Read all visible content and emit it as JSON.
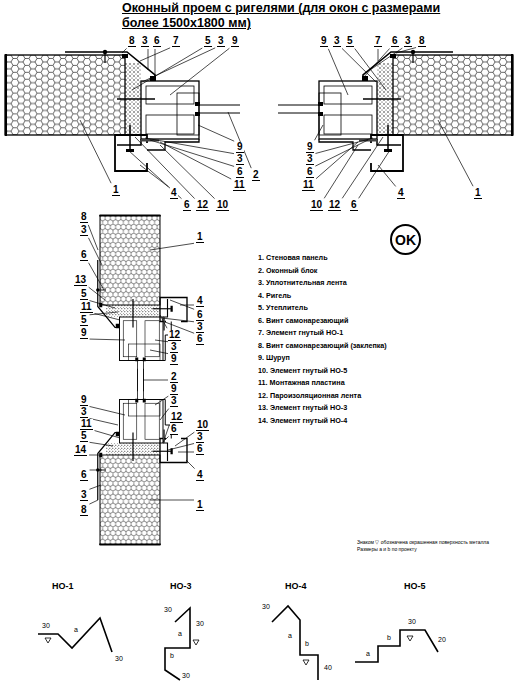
{
  "diagram": {
    "title": "Оконный проем с ригелями (для окон с размерами более 1500х1800 мм)",
    "nodes": [
      {
        "text": [
          "OK"
        ]
      }
    ],
    "labels": [
      "8",
      "3",
      "6",
      "7",
      "5",
      "3",
      "9",
      "9",
      "3",
      "6",
      "11",
      "1",
      "4",
      "6",
      "12",
      "10",
      "2",
      "9",
      "3",
      "5",
      "7",
      "6",
      "3",
      "8",
      "9",
      "3",
      "6",
      "11",
      "10",
      "12",
      "6",
      "4",
      "1",
      "8",
      "3",
      "6",
      "13",
      "5",
      "11",
      "5",
      "9",
      "1",
      "4",
      "6",
      "3",
      "6",
      "12",
      "3",
      "9",
      "2",
      "9",
      "3",
      "9",
      "3",
      "11",
      "5",
      "14",
      "6",
      "3",
      "8",
      "12",
      "6",
      "10",
      "3",
      "6",
      "4",
      "1",
      "1. Стеновая панель",
      "2. Оконный блок",
      "3. Уплотнительная лента",
      "4. Ригель",
      "5. Утеплитель",
      "6. Винт самонарезающий",
      "7. Элемент гнутый НО-1",
      "8. Винт самонарезающий (заклепка)",
      "9. Шуруп",
      "10. Элемент гнутый НО-5",
      "11. Монтажная пластина",
      "12. Пароизоляционная лента",
      "13. Элемент гнутый НО-3",
      "14. Элемент гнутый НО-4",
      "Знаком ▽ обозначена окрашенная поверхность металла",
      "Размеры a и b по проекту",
      "НО-1",
      "НО-3",
      "НО-4",
      "НО-5",
      "30",
      "a",
      "30",
      "30",
      "30",
      "a",
      "b",
      "30",
      "30",
      "a",
      "b",
      "40",
      "30",
      "a",
      "b",
      "20"
    ]
  }
}
